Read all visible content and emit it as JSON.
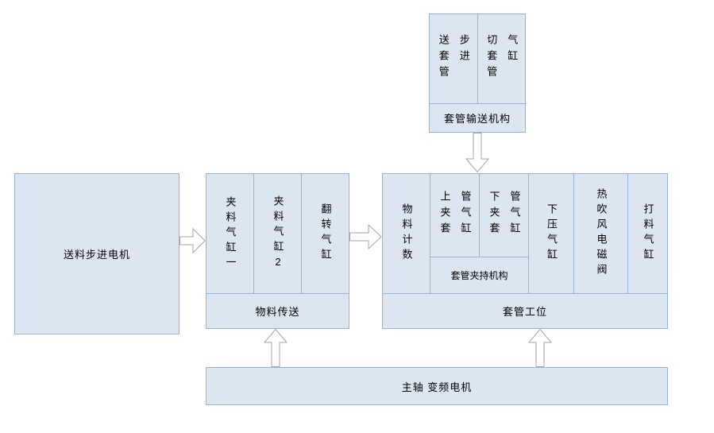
{
  "diagram": {
    "sleeve_feed_unit": {
      "cells": [
        {
          "label": "送套管步进"
        },
        {
          "label": "切套管气缸"
        }
      ],
      "footer": "套管输送机构"
    },
    "feeder_box": {
      "label": "送料步进电机"
    },
    "transfer_unit": {
      "cells": [
        {
          "label": "夹料气缸一"
        },
        {
          "label": "夹料气缸2"
        },
        {
          "label": "翻转气缸"
        }
      ],
      "footer": "物料传送"
    },
    "station_unit": {
      "material_counter": "物料计数",
      "clamp_cells": [
        {
          "label": "上夹套管气缸"
        },
        {
          "label": "下夹套管气缸"
        }
      ],
      "clamp_footer": "套管夹持机构",
      "press_cylinder": "下压气缸",
      "hot_air_valve": "热吹风电磁阀",
      "eject_cylinder": "打料气缸",
      "footer": "套管工位"
    },
    "spindle_box": {
      "label": "主轴 变频电机"
    }
  },
  "colors": {
    "box_fill": "#dce6f1",
    "box_border": "#95b3d7",
    "arrow_fill": "#ffffff",
    "arrow_border": "#a6a6a6",
    "text": "#000000"
  }
}
